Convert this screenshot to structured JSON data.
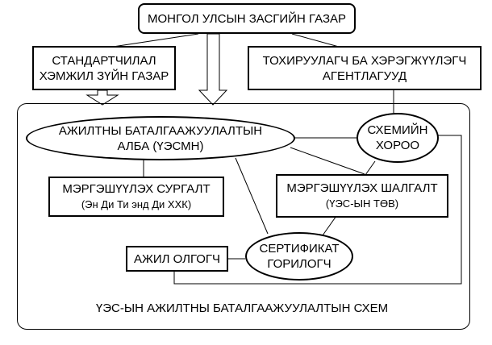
{
  "top_box": {
    "label": "МОНГОЛ УЛСЫН ЗАСГИЙН ГАЗАР"
  },
  "standards_box": {
    "line1": "СТАНДАРТЧИЛАЛ",
    "line2": "ХЭМЖИЛ ЗҮЙН ГАЗАР"
  },
  "regulators_box": {
    "line1": "ТОХИРУУЛАГЧ БА ХЭРЭГЖҮҮЛЭГЧ",
    "line2": "АГЕНТЛАГУУД"
  },
  "certification_office": {
    "line1": "АЖИЛТНЫ БАТАЛГААЖУУЛАЛТЫН",
    "line2": "АЛБА  (ҮЭСМН)"
  },
  "scheme_committee": {
    "line1": "СХЕМИЙН",
    "line2": "ХОРОО"
  },
  "training_box": {
    "line1": "МЭРГЭШҮҮЛЭХ СУРГАЛТ",
    "line2": "(Эн Ди Ти энд Ди ХХК)"
  },
  "exam_box": {
    "line1": "МЭРГЭШҮҮЛЭХ ШАЛГАЛТ",
    "line2": "(ҮЭС-ЫН ТӨВ)"
  },
  "applicant_box": {
    "label": "АЖИЛ ОЛГОГЧ"
  },
  "certificate_issuer": {
    "line1": "СЕРТИФИКАТ",
    "line2": "ГОРИЛОГЧ"
  },
  "caption": "ҮЭС-ЫН АЖИЛТНЫ БАТАЛГААЖУУЛАЛТЫН СХЕМ"
}
